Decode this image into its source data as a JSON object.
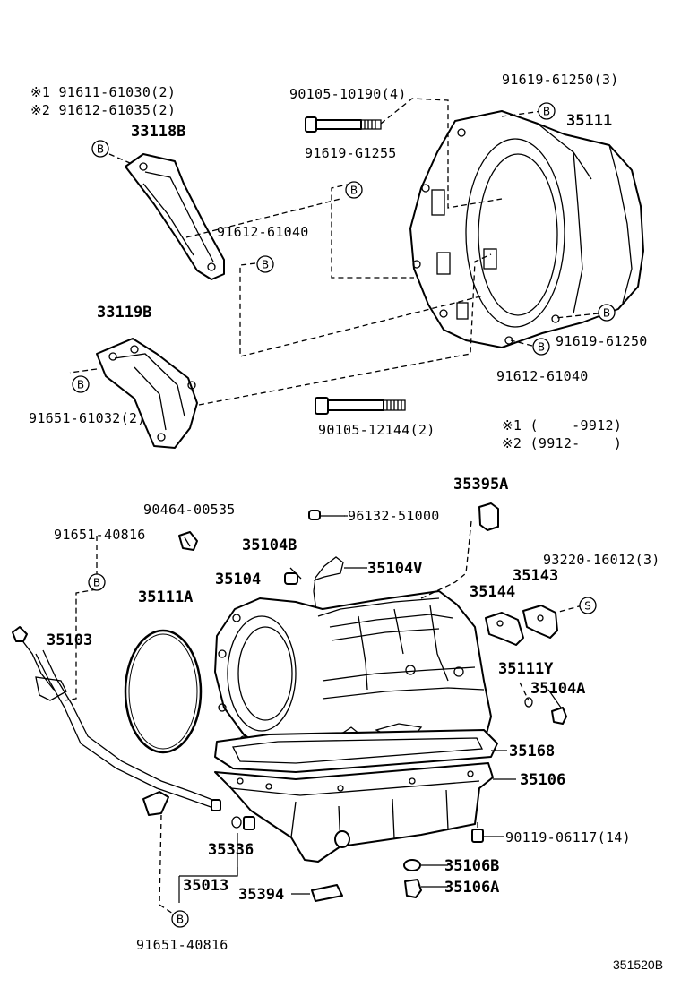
{
  "labels": {
    "note1": "※1 91611-61030(2)",
    "note2": "※2 91612-61035(2)",
    "p33118b": "33118B",
    "p90105_10190": "90105-10190(4)",
    "p91619_g1255": "91619-G1255",
    "p91612_61040_top": "91612-61040",
    "p91619_61250_top": "91619-61250(3)",
    "p35111": "35111",
    "p33119b": "33119B",
    "p91651_61032": "91651-61032(2)",
    "p91619_61250_right": "91619-61250",
    "p91612_61040_right": "91612-61040",
    "p90105_12144": "90105-12144(2)",
    "range1": "※1 (    -9912)",
    "range2": "※2 (9912-    )",
    "p90464_00535": "90464-00535",
    "p96132_51000": "96132-51000",
    "p35395a": "35395A",
    "p91651_40816_top": "91651-40816",
    "p35104b": "35104B",
    "p35104v": "35104V",
    "p93220_16012": "93220-16012(3)",
    "p35104": "35104",
    "p35143": "35143",
    "p35144": "35144",
    "p35111a": "35111A",
    "p35103": "35103",
    "p35111y": "35111Y",
    "p35104a": "35104A",
    "p35168": "35168",
    "p35106": "35106",
    "p90119_06117": "90119-06117(14)",
    "p35336": "35336",
    "p35106b": "35106B",
    "p35013": "35013",
    "p35394": "35394",
    "p35106a": "35106A",
    "p91651_40816_bottom": "91651-40816",
    "figure_id": "351520B"
  },
  "markers": {
    "b": "B",
    "s": "S"
  }
}
